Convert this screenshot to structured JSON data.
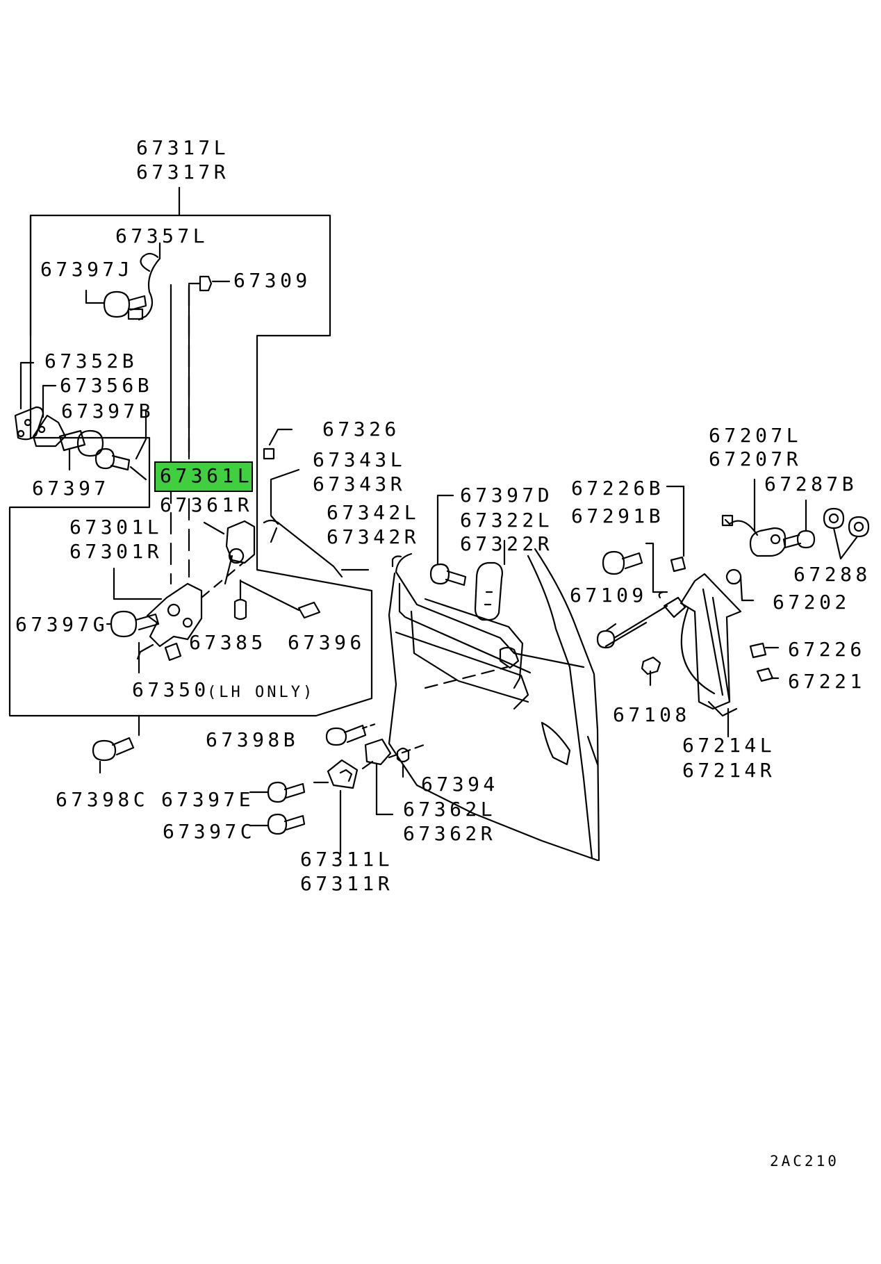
{
  "colors": {
    "line": "#000000",
    "highlight": "#3fcf3f",
    "background": "#ffffff"
  },
  "highlighted_part": "67361L",
  "labels": {
    "p67317L": "67317L",
    "p67317R": "67317R",
    "p67357L": "67357L",
    "p67397J": "67397J",
    "p67309": "67309",
    "p67352B": "67352B",
    "p67356B": "67356B",
    "p67397B": "67397B",
    "p67397": "67397",
    "p67361L": "67361L",
    "p67361R": "67361R",
    "p67301L": "67301L",
    "p67301R": "67301R",
    "p67397G": "67397G",
    "p67385": "67385",
    "p67396": "67396",
    "p67350": "67350",
    "p67350note": "(LH ONLY)",
    "p67326": "67326",
    "p67343L": "67343L",
    "p67343R": "67343R",
    "p67342L": "67342L",
    "p67342R": "67342R",
    "p67397D": "67397D",
    "p67322L": "67322L",
    "p67322R": "67322R",
    "p67226B": "67226B",
    "p67291B": "67291B",
    "p67207L": "67207L",
    "p67207R": "67207R",
    "p67287B": "67287B",
    "p67288": "67288",
    "p67202": "67202",
    "p67109": "67109",
    "p67226": "67226",
    "p67221": "67221",
    "p67108": "67108",
    "p67214L": "67214L",
    "p67214R": "67214R",
    "p67398B": "67398B",
    "p67394": "67394",
    "p67362L": "67362L",
    "p67362R": "67362R",
    "p67398C": "67398C",
    "p67397E": "67397E",
    "p67397C": "67397C",
    "p67311L": "67311L",
    "p67311R": "67311R",
    "diagram_code": "2AC210"
  }
}
